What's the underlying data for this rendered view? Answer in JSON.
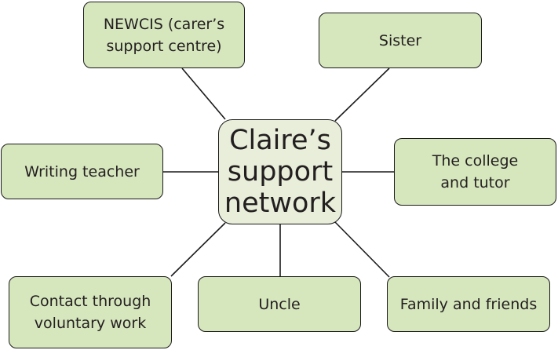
{
  "diagram": {
    "center": "Claire’s\nsupport\nnetwork",
    "nodes": {
      "newcis": "NEWCIS (carer’s\nsupport centre)",
      "sister": "Sister",
      "writing_teacher": "Writing teacher",
      "college": "The college\nand tutor",
      "voluntary": "Contact through\nvoluntary work",
      "uncle": "Uncle",
      "family": "Family and friends"
    }
  },
  "colors": {
    "node_fill": "#d6e6bd",
    "center_fill": "#e8eed9",
    "border": "#1a1a1a",
    "text": "#231f20"
  }
}
